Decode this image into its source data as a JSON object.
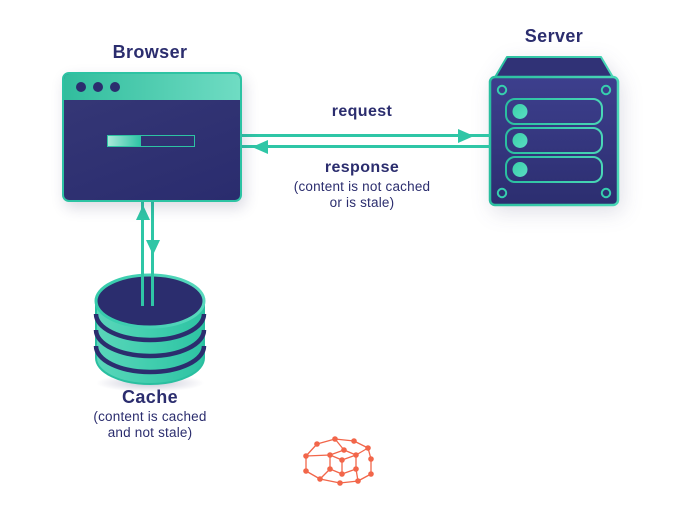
{
  "nodes": {
    "browser": {
      "label": "Browser"
    },
    "server": {
      "label": "Server"
    },
    "cache": {
      "label": "Cache",
      "caption_line1": "(content is cached",
      "caption_line2": "and not stale)"
    }
  },
  "edges": {
    "request": {
      "label": "request",
      "direction": "browser-to-server"
    },
    "response": {
      "label": "response",
      "direction": "server-to-browser",
      "caption_line1": "(content is not cached",
      "caption_line2": "or is stale)"
    },
    "cache_read": {
      "direction": "cache-to-browser"
    },
    "cache_write": {
      "direction": "browser-to-cache"
    }
  },
  "icons": {
    "browser": "browser-window-icon",
    "server": "server-rack-icon",
    "cache": "database-cylinder-icon",
    "logo": "wireframe-3d-logo-icon"
  },
  "colors": {
    "teal": "#2fc6a6",
    "teal_light": "#6fdcc3",
    "navy": "#2b2d6e",
    "server_body": "#34357e",
    "orange": "#f2664a",
    "background": "#ffffff"
  }
}
